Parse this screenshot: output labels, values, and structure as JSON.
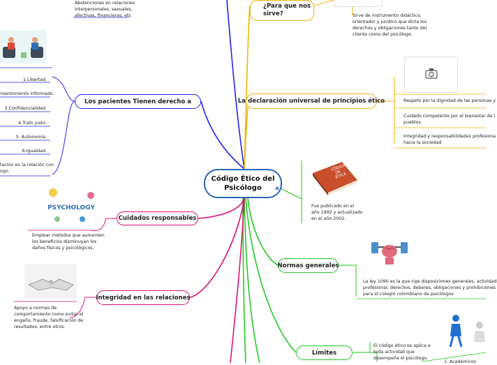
{
  "central": {
    "line1": "Código Ético del",
    "line2": "Psicólogo"
  },
  "branches": {
    "para_que": {
      "line1": "¿Para que nos",
      "line2": "sirve?"
    },
    "declaracion": "La declaración universal de principios ético",
    "normas": "Normas generales",
    "limites": "Límites",
    "pacientes": "Los pacientes Tienen derecho a",
    "cuidados": "Cuidados responsables",
    "integridad": "Integridad en las relaciones"
  },
  "texts": {
    "abstenciones": [
      "Abstenciones en relaciones",
      "interpersonales, sexuales,",
      "afectivas, financieras, etc."
    ],
    "sirve": [
      "Sirve de instrumento didáctico,",
      "orientador y jurídico que dicta los",
      "derechos y obligaciones tanto del",
      "cliente como del psicólogo."
    ],
    "respeto": "Respeto por la dignidad de las personas y",
    "cuidado": [
      "Cuidado competente por el bienestar de l",
      "pueblos."
    ],
    "integridad_prof": [
      "Integridad y responsabilidades profesiona",
      "hacia la sociedad"
    ],
    "publicado": [
      "Fue publicado en el",
      "año 1992 y actualizado",
      "en el año 2002."
    ],
    "ley": [
      "La ley 1090 es la que rige disposiciones generales, actividad",
      "profesional, derechos, deberes, obligaciones y prohibiciones",
      "para el colegio colombiano de psicólogos"
    ],
    "aplica": [
      "El código ético se aplica a",
      "toda actividad que",
      "desempeña el psicólogo."
    ],
    "academicos": "1. Académicos",
    "emplear": [
      "Emplear métodos que aumenten",
      "los beneficios disminuyan los",
      "daños físicos y psicológicos."
    ],
    "apoyo": [
      "Apoyo a normas de",
      "comportamiento como evitar el",
      "engaño, fraude, falsificación de",
      "resultados, entre otros."
    ],
    "libertad": "1.Libertad.",
    "consentimiento": "nsentimiento informado.",
    "confidencialidad": "3.Confidencialidad.",
    "trato": "4.Trato justo.",
    "autonomia": "5. Autonomía.",
    "igualdad": "6.Igualdad.",
    "relacion": [
      "tación en la relación con",
      "ogo."
    ]
  },
  "book": {
    "line1": "CÓDIGO",
    "line2": "DE",
    "line3": "ÉTICA"
  },
  "psychology_word": "PSYCHOLOGY",
  "colors": {
    "central_border": "#2a66b8",
    "orange": "#f0b400",
    "green": "#22cc22",
    "blue": "#2222ee",
    "pink": "#dd1177",
    "book_red": "#c94e2a"
  },
  "icons": [
    "camera-icon",
    "book-icon",
    "brain-icon",
    "psychology-illustration",
    "handshake-image",
    "therapy-illustration"
  ]
}
